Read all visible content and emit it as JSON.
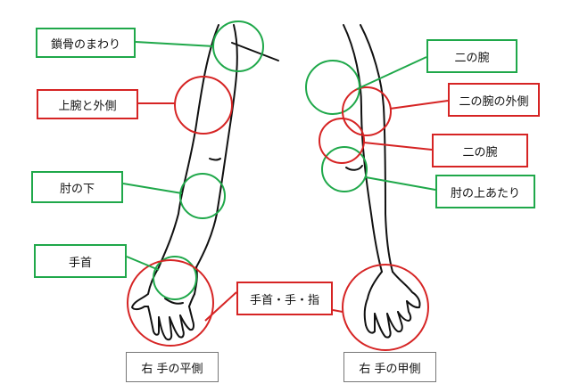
{
  "colors": {
    "green": "#1fa84a",
    "red": "#d62424",
    "line": "#111111"
  },
  "labels": {
    "clavicle": "鎖骨のまわり",
    "upper_arm_outer": "上腕と外側",
    "below_elbow": "肘の下",
    "wrist": "手首",
    "wrist_hand_finger": "手首・手・指",
    "forearm_top": "二の腕",
    "forearm_outer": "二の腕の外側",
    "forearm_red": "二の腕",
    "above_elbow": "肘の上あたり"
  },
  "captions": {
    "palm_side": "右 手の平側",
    "back_side": "右 手の甲側"
  }
}
